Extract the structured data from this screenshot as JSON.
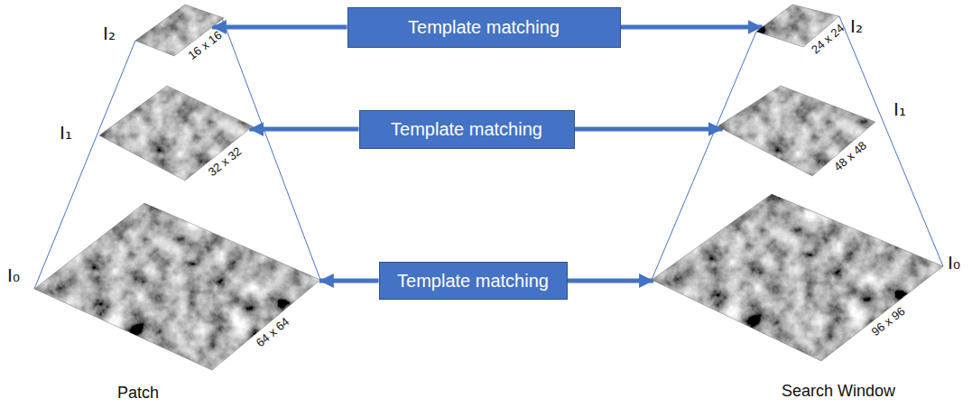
{
  "diagram": {
    "nodes": [
      {
        "text": [
          "16 x 16"
        ]
      },
      {
        "text": [
          "32 x 32"
        ]
      },
      {
        "text": [
          "64 x 64"
        ]
      },
      {
        "text": [
          "Template matching"
        ]
      },
      {
        "text": [
          "Template matching"
        ]
      },
      {
        "text": [
          "Template matching"
        ]
      },
      {
        "text": [
          "24 x 24"
        ]
      },
      {
        "text": [
          "48 x 48"
        ]
      },
      {
        "text": [
          "96 x 96"
        ]
      }
    ],
    "edges": [
      {
        "from": 3,
        "to": 0,
        "arrow": "to"
      },
      {
        "from": 3,
        "to": 6,
        "arrow": "to"
      },
      {
        "from": 4,
        "to": 1,
        "arrow": "to"
      },
      {
        "from": 4,
        "to": 7,
        "arrow": "to"
      },
      {
        "from": 5,
        "to": 2,
        "arrow": "to"
      },
      {
        "from": 5,
        "to": 8,
        "arrow": "to"
      }
    ],
    "labels": [
      "I₂",
      "I₁",
      "I₀",
      "I₂",
      "I₁",
      "I₀",
      "Patch",
      "Search Window"
    ]
  }
}
